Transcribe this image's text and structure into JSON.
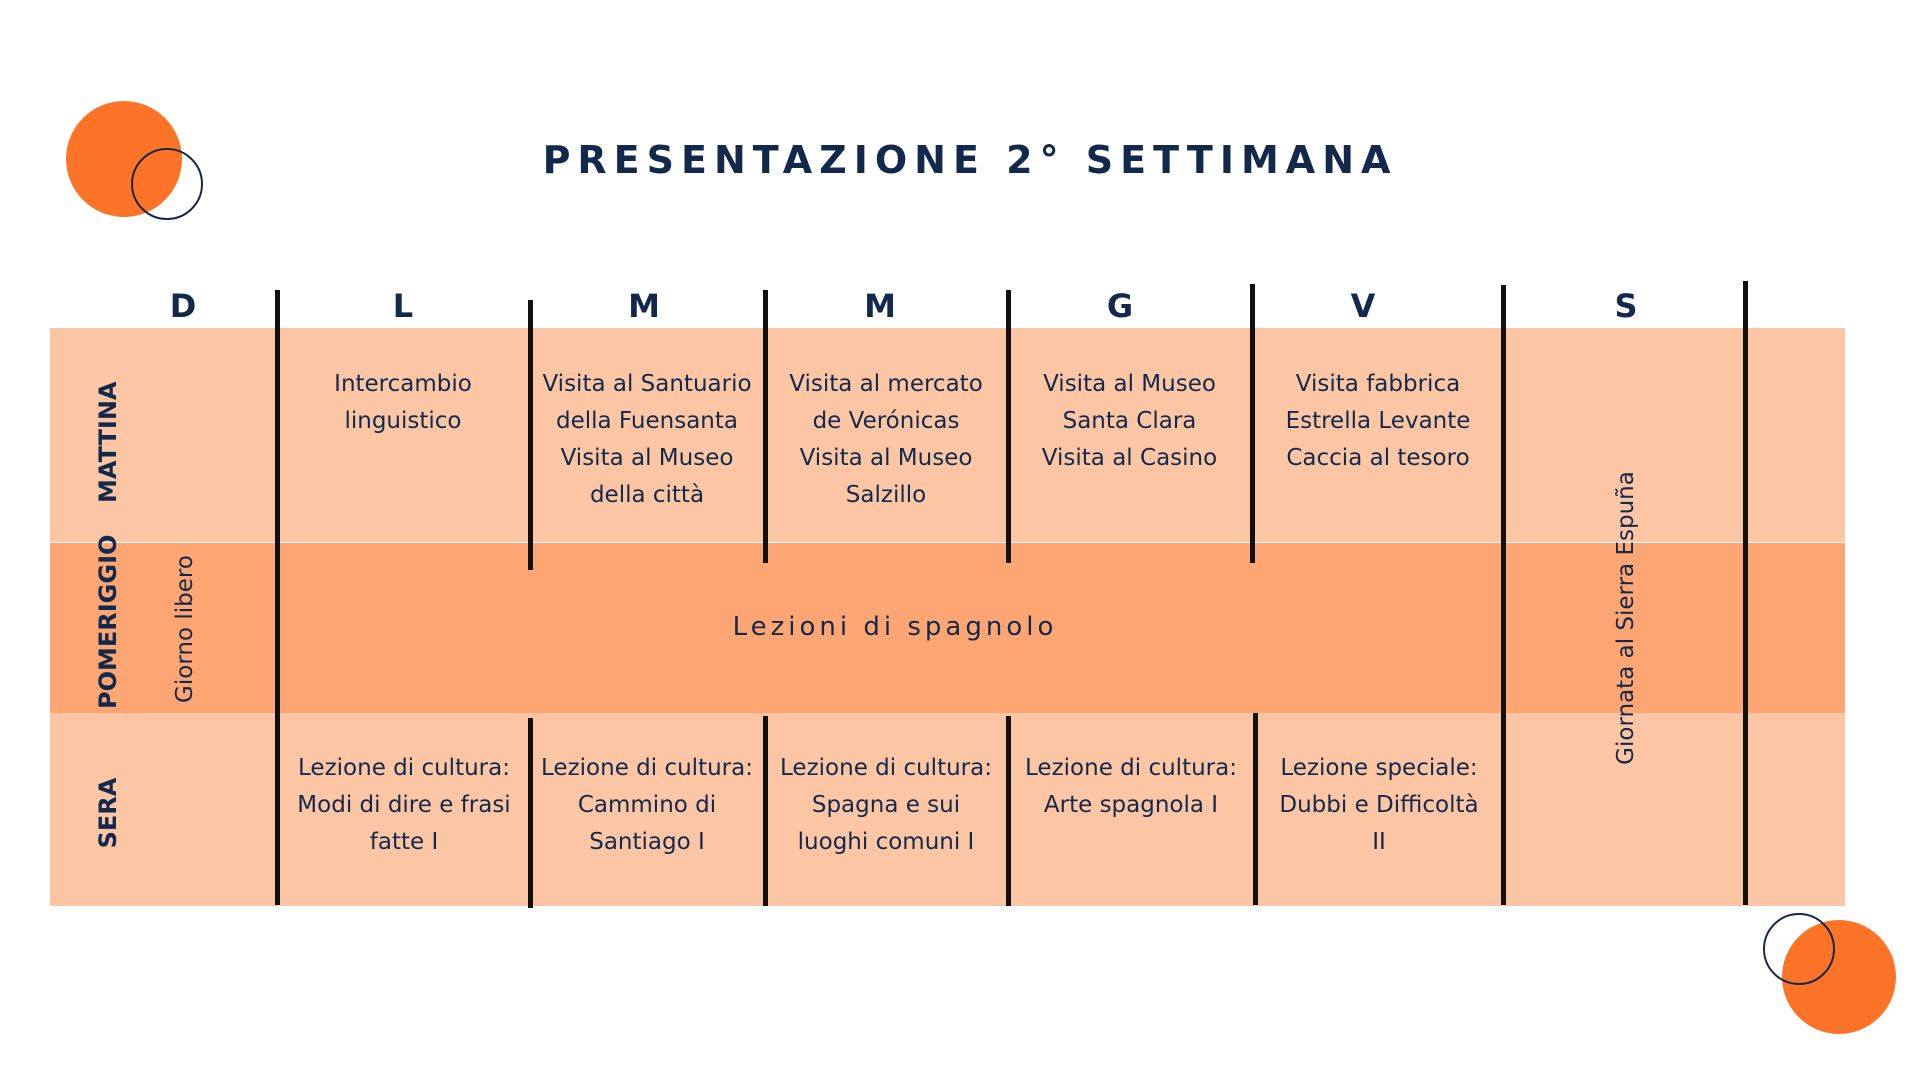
{
  "title": "PRESENTAZIONE 2° SETTIMANA",
  "days": [
    "D",
    "L",
    "M",
    "M",
    "G",
    "V",
    "S"
  ],
  "rows": {
    "morning": "MATTINA",
    "afternoon": "POMERIGGIO",
    "evening": "SERA"
  },
  "sunday": "Giorno libero",
  "saturday": "Giornata al  Sierra Espuña",
  "afternoon_activity": "Lezioni di spagnolo",
  "morning_cells": [
    [
      "Intercambio",
      "linguistico"
    ],
    [
      "Visita al Santuario",
      "della Fuensanta",
      "Visita al Museo",
      "della città"
    ],
    [
      "Visita al mercato",
      "de Verónicas",
      "Visita al Museo",
      "Salzillo"
    ],
    [
      "Visita al Museo",
      "Santa Clara",
      "Visita al Casino"
    ],
    [
      "Visita fabbrica",
      "Estrella Levante",
      "Caccia al tesoro"
    ]
  ],
  "evening_cells": [
    [
      "Lezione di cultura:",
      "Modi di dire e frasi",
      "fatte I"
    ],
    [
      "Lezione di cultura:",
      "Cammino di",
      "Santiago I"
    ],
    [
      "Lezione di cultura:",
      "Spagna e sui",
      "luoghi comuni I"
    ],
    [
      "Lezione di cultura:",
      "Arte spagnola I"
    ],
    [
      "Lezione speciale:",
      "Dubbi e Difficoltà",
      "II"
    ]
  ],
  "colors": {
    "light_band": "#fcc5a4",
    "dark_band": "#fda673",
    "accent": "#fd7428",
    "text": "#13294b"
  }
}
